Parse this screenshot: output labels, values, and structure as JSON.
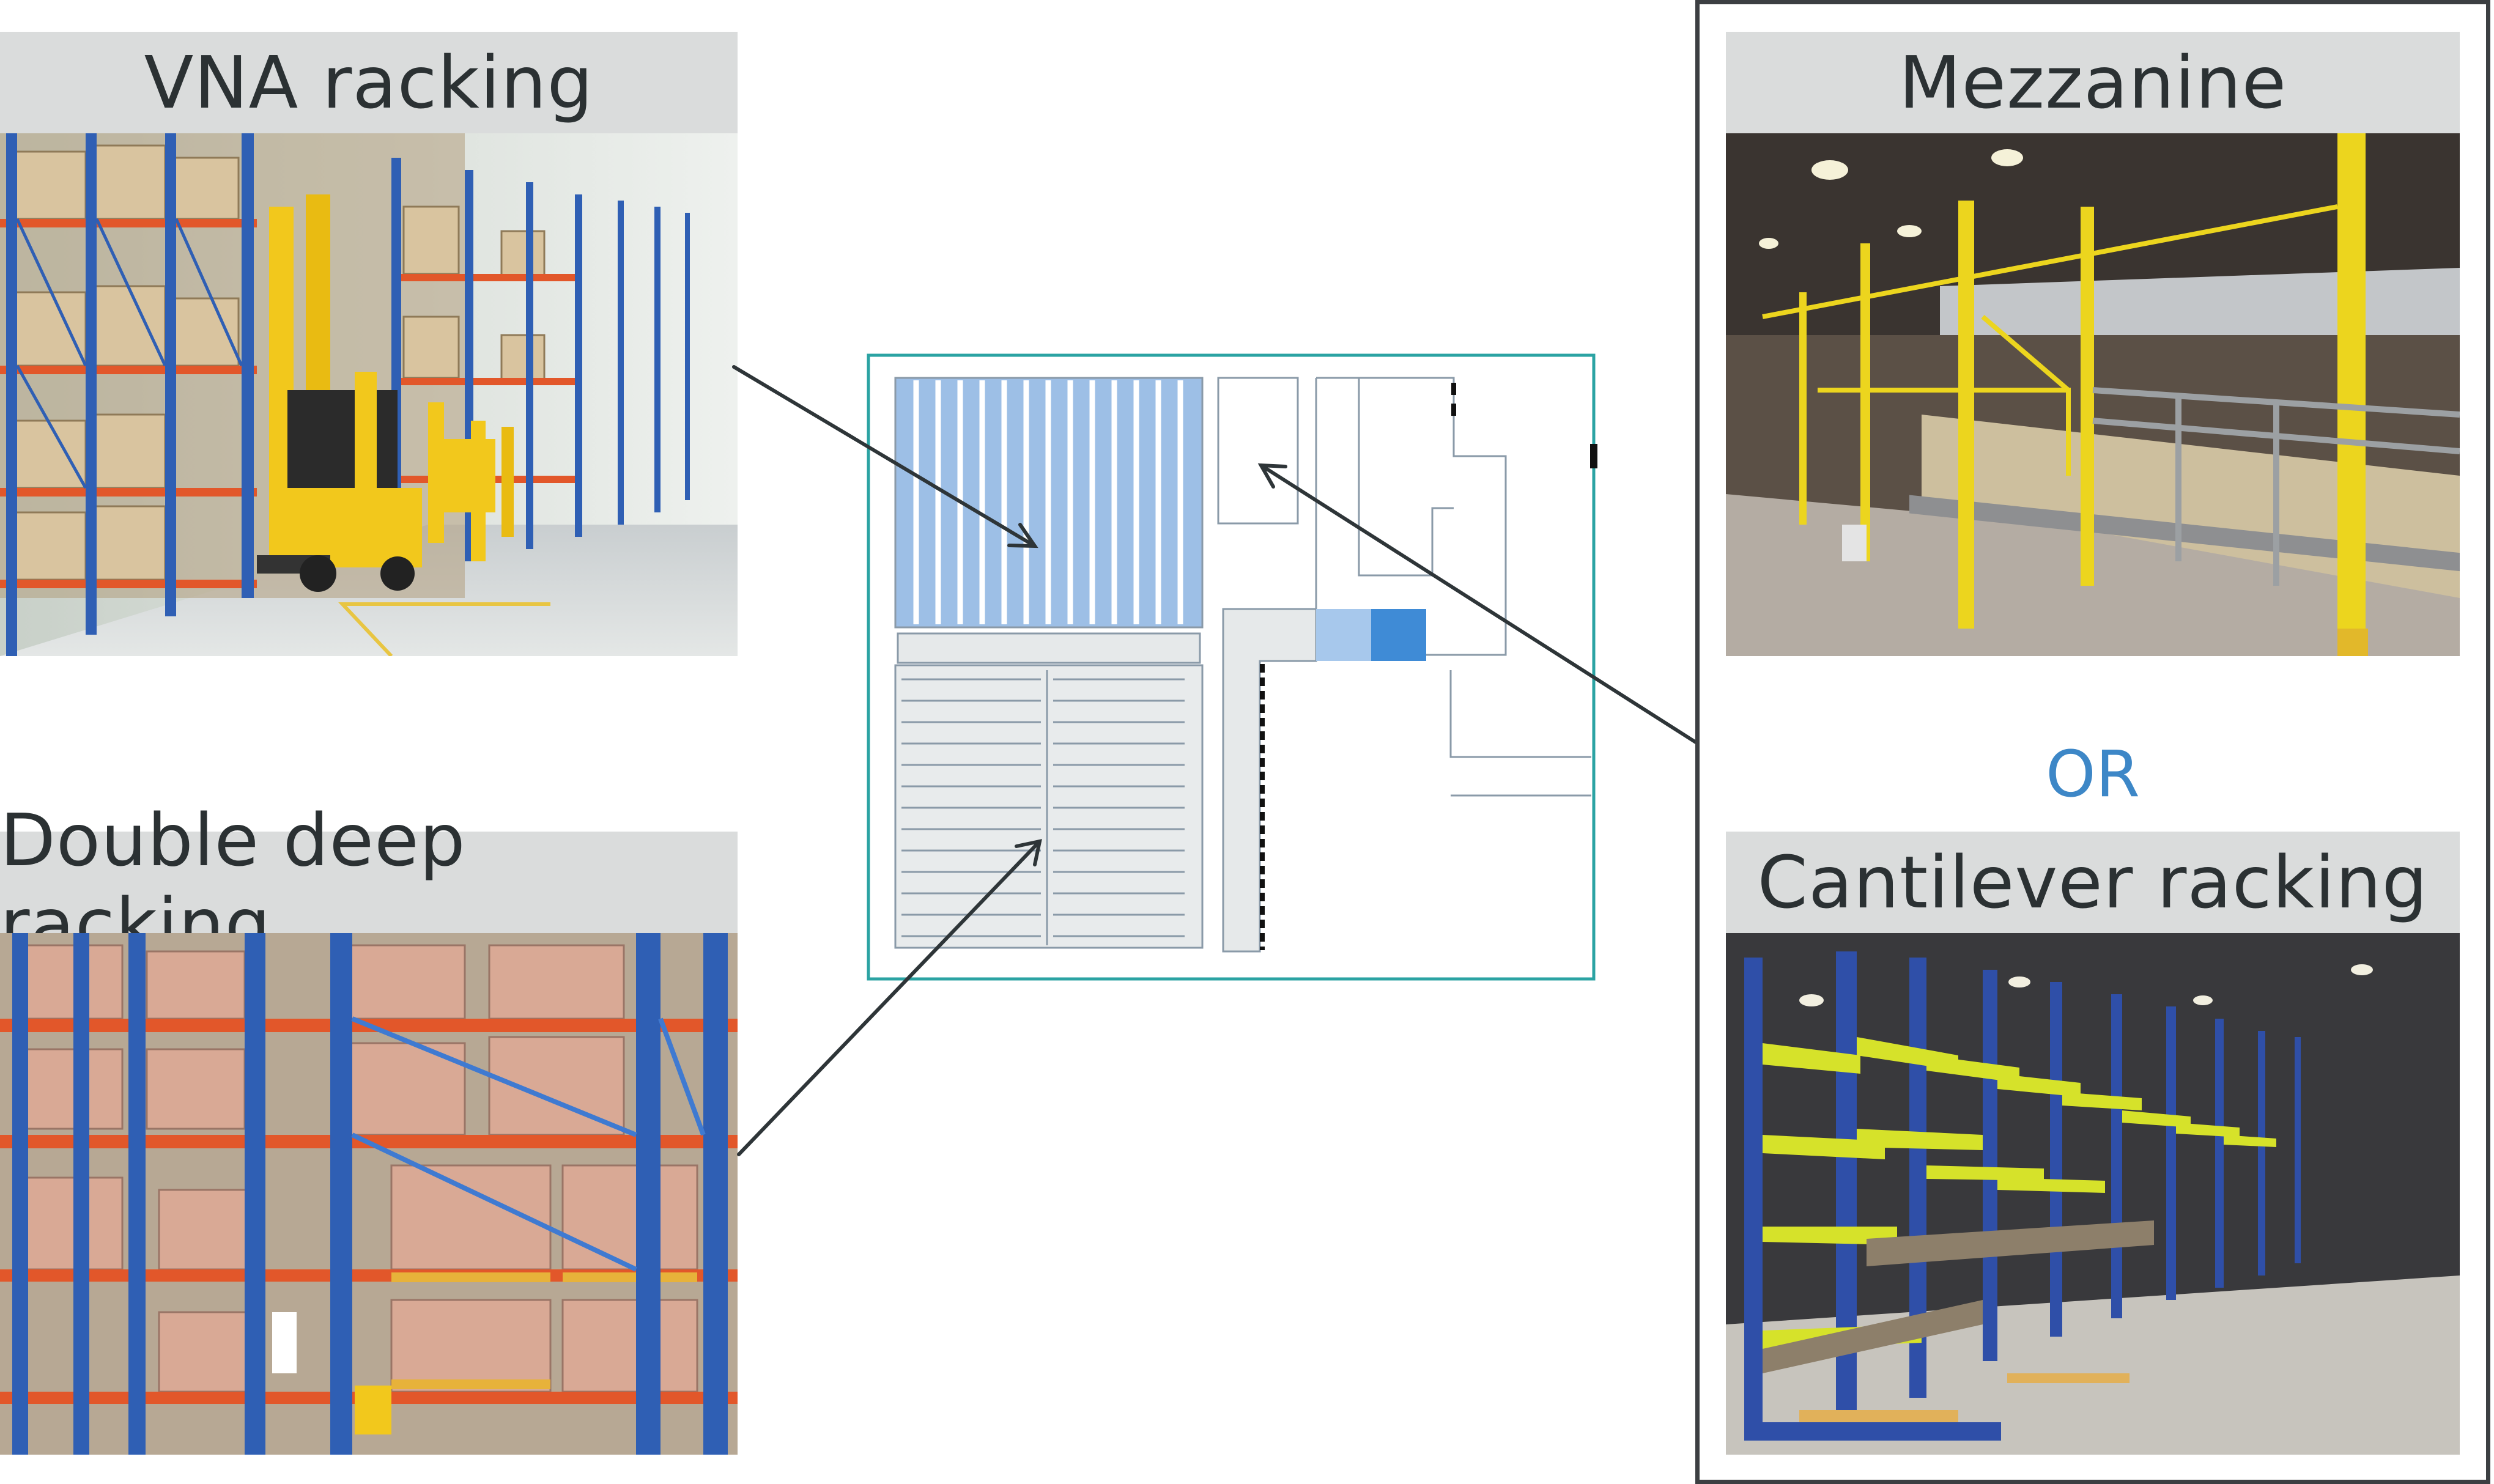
{
  "labels": {
    "vna": "VNA racking",
    "double_deep": "Double deep racking",
    "mezzanine": "Mezzanine",
    "or": "OR",
    "cantilever": "Cantilever racking"
  },
  "colors": {
    "header_bg": "#dadcdc",
    "header_text": "#2b3133",
    "or_text": "#3d87c7",
    "plan_border": "#2ba3a3",
    "vna_zone": "#9dbfe6",
    "rack_blue": "#2f5fb4",
    "rack_orange": "#e2572a",
    "forklift_yellow": "#f2c81c",
    "cantilever_lime": "#d6e22a",
    "mezzanine_yellow": "#ecd51e"
  },
  "icons": {
    "photo_vna": "warehouse-vna-photo",
    "photo_double_deep": "warehouse-double-deep-photo",
    "photo_mezzanine": "mezzanine-photo",
    "photo_cantilever": "cantilever-photo"
  }
}
